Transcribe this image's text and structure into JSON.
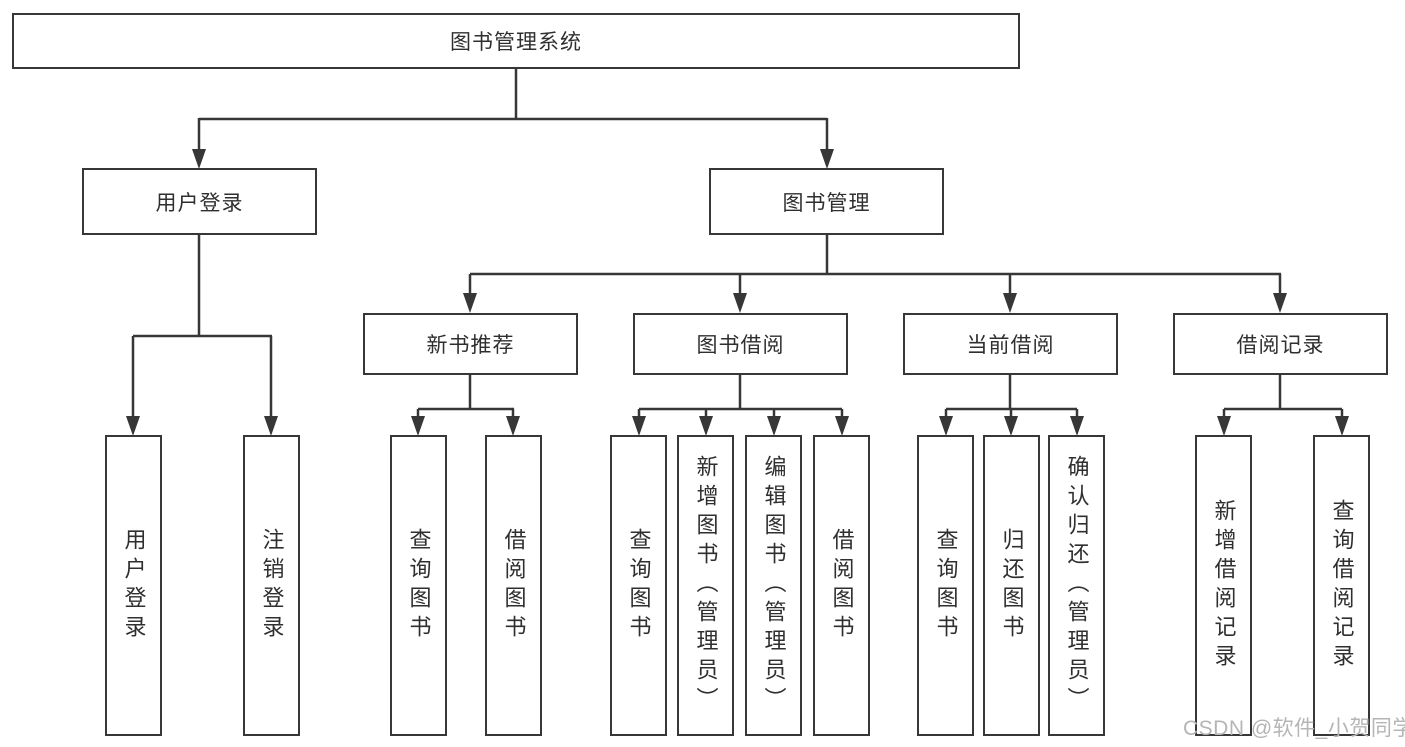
{
  "title": {
    "label": "图书管理系统"
  },
  "level2": {
    "user_login": "用户登录",
    "book_management": "图书管理"
  },
  "level3": {
    "new_book_recommend": "新书推荐",
    "book_borrow": "图书借阅",
    "current_borrow": "当前借阅",
    "borrow_records": "借阅记录"
  },
  "leaves": {
    "user_login": [
      "用户登录",
      "注销登录"
    ],
    "new_book_recommend": [
      "查询图书",
      "借阅图书"
    ],
    "book_borrow": [
      "查询图书",
      "新增图书（管理员）",
      "编辑图书（管理员）",
      "借阅图书"
    ],
    "current_borrow": [
      "查询图书",
      "归还图书",
      "确认归还（管理员）"
    ],
    "borrow_records": [
      "新增借阅记录",
      "查询借阅记录"
    ]
  },
  "watermark": "CSDN @软件_小贺同学",
  "colors": {
    "line": "#373737",
    "text": "#2f2f2f",
    "watermark": "#b5b5b5",
    "background": "#ffffff"
  }
}
